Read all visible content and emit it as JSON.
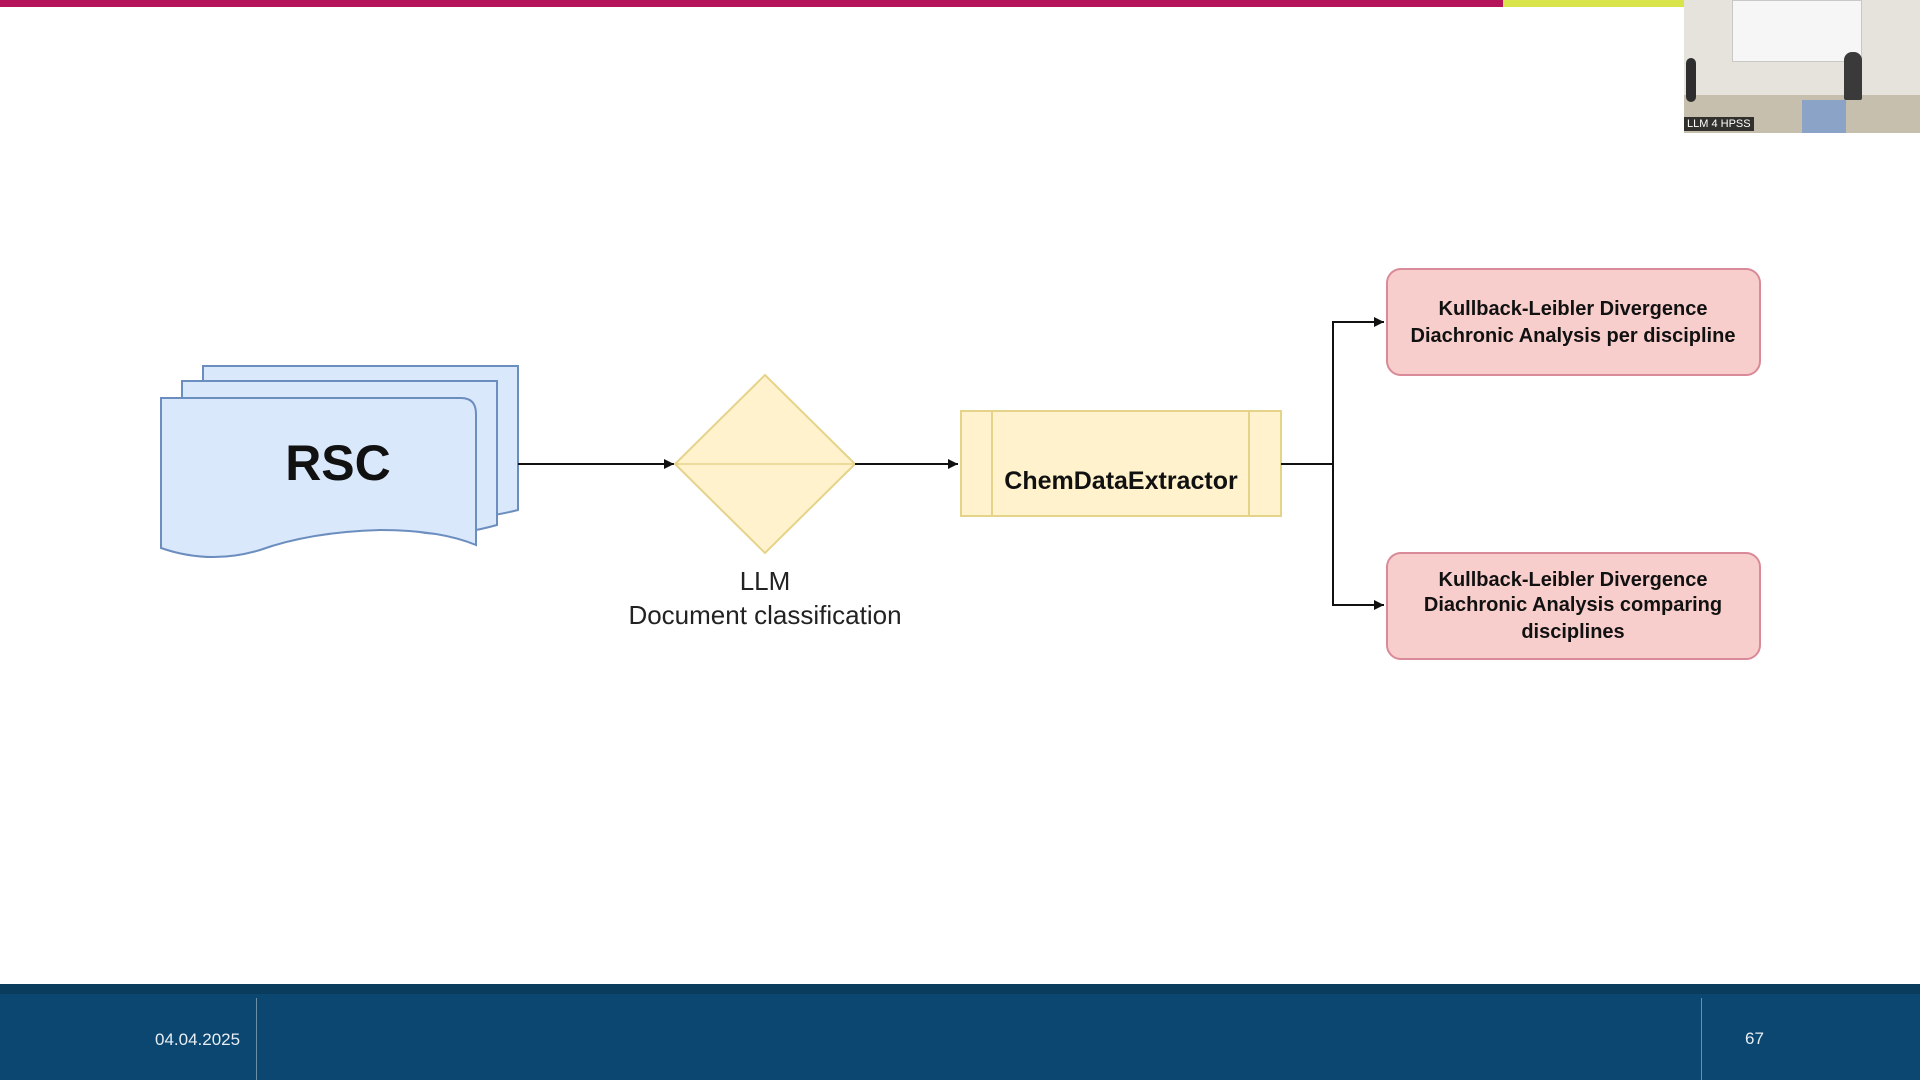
{
  "slide": {
    "nodes": {
      "source": {
        "label": "RSC"
      },
      "classifier": {
        "line1": "LLM",
        "line2": "Document classification"
      },
      "extractor": {
        "label": "ChemDataExtractor"
      },
      "output1": {
        "line1": "Kullback-Leibler Divergence",
        "line2": "Diachronic Analysis per discipline"
      },
      "output2": {
        "line1": "Kullback-Leibler Divergence",
        "line2": "Diachronic Analysis comparing",
        "line3": "disciplines"
      }
    },
    "colors": {
      "source_fill": "#dae8fc",
      "source_stroke": "#6c8ebf",
      "decision_fill": "#fff2cc",
      "decision_stroke": "#e6d38a",
      "output_fill": "#f8cecc",
      "output_stroke": "#d98a98",
      "accent_bar": "#b5135a",
      "accent_bar_secondary": "#d8e44a",
      "footer_bg": "#0b4770"
    }
  },
  "video_overlay": {
    "label": "LLM 4 HPSS"
  },
  "footer": {
    "date": "04.04.2025",
    "page_number": "67"
  }
}
